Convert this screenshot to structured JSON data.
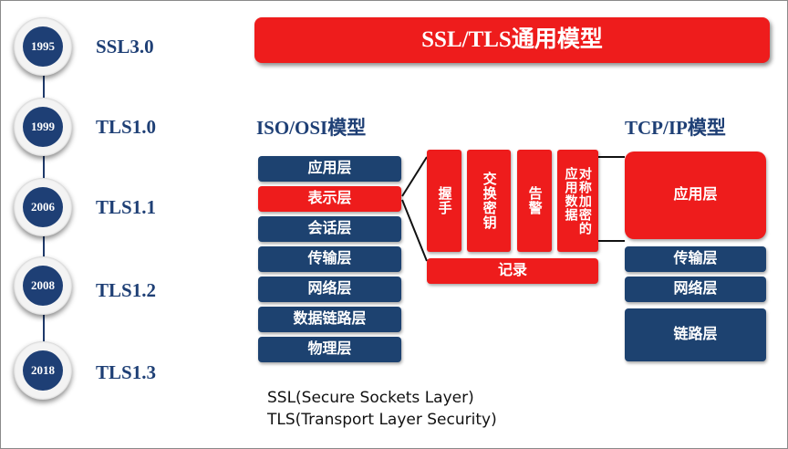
{
  "title": "SSL/TLS通用模型",
  "timeline": [
    {
      "year": "1995",
      "version": "SSL3.0"
    },
    {
      "year": "1999",
      "version": "TLS1.0"
    },
    {
      "year": "2006",
      "version": "TLS1.1"
    },
    {
      "year": "2008",
      "version": "TLS1.2"
    },
    {
      "year": "2018",
      "version": "TLS1.3"
    }
  ],
  "iso_osi": {
    "heading": "ISO/OSI模型",
    "layers": [
      "应用层",
      "表示层",
      "会话层",
      "传输层",
      "网络层",
      "数据链路层",
      "物理层"
    ]
  },
  "ssl_tls": {
    "subprotocols": [
      "握手",
      "交换密钥",
      "告警",
      "对称加密的应用数据"
    ],
    "record": "记录"
  },
  "tcp_ip": {
    "heading": "TCP/IP模型",
    "layers": [
      "应用层",
      "传输层",
      "网络层",
      "链路层"
    ]
  },
  "footnotes": [
    "SSL(Secure Sockets Layer)",
    "TLS(Transport Layer Security)"
  ],
  "colors": {
    "accent_red": "#ee1c1c",
    "navy": "#1d4270",
    "timeline_navy": "#1e3f75"
  }
}
